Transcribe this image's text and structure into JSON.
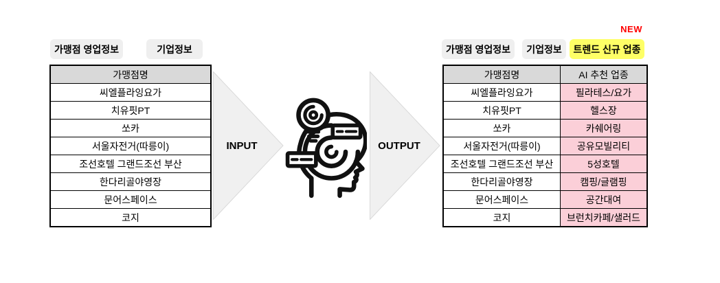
{
  "colors": {
    "chip-gray": "#efefef",
    "header-gray": "#d9d9d9",
    "highlight-yellow": "#feff66",
    "pink": "#fbcfd8",
    "new-red": "#ff0000",
    "triangle-fill": "#f0f0f0",
    "triangle-stroke": "#d9d9d9",
    "icon-ink": "#111111"
  },
  "left_panel": {
    "tabs": [
      {
        "label": "가맹점 영업정보"
      },
      {
        "label": "기업정보"
      }
    ],
    "table": {
      "header": "가맹점명",
      "rows": [
        "씨엘플라잉요가",
        "치유핏PT",
        "쏘카",
        "서울자전거(따릉이)",
        "조선호텔 그랜드조선 부산",
        "한다리골야영장",
        "문어스페이스",
        "코지"
      ]
    }
  },
  "flow": {
    "input_label": "INPUT",
    "output_label": "OUTPUT",
    "icon": "ai-head-lightbulb-gear-icon"
  },
  "right_panel": {
    "new_badge": "NEW",
    "tabs": [
      {
        "label": "가맹점 영업정보",
        "highlight": false
      },
      {
        "label": "기업정보",
        "highlight": false
      },
      {
        "label": "트렌드 신규 업종",
        "highlight": true
      }
    ],
    "table": {
      "headers": [
        "가맹점명",
        "AI 추천 업종"
      ],
      "rows": [
        {
          "name": "씨엘플라잉요가",
          "category": "필라테스/요가"
        },
        {
          "name": "치유핏PT",
          "category": "헬스장"
        },
        {
          "name": "쏘카",
          "category": "카쉐어링"
        },
        {
          "name": "서울자전거(따릉이)",
          "category": "공유모빌리티"
        },
        {
          "name": "조선호텔 그랜드조선 부산",
          "category": "5성호텔"
        },
        {
          "name": "한다리골야영장",
          "category": "캠핑/글램핑"
        },
        {
          "name": "문어스페이스",
          "category": "공간대여"
        },
        {
          "name": "코지",
          "category": "브런치카페/샐러드"
        }
      ]
    }
  }
}
